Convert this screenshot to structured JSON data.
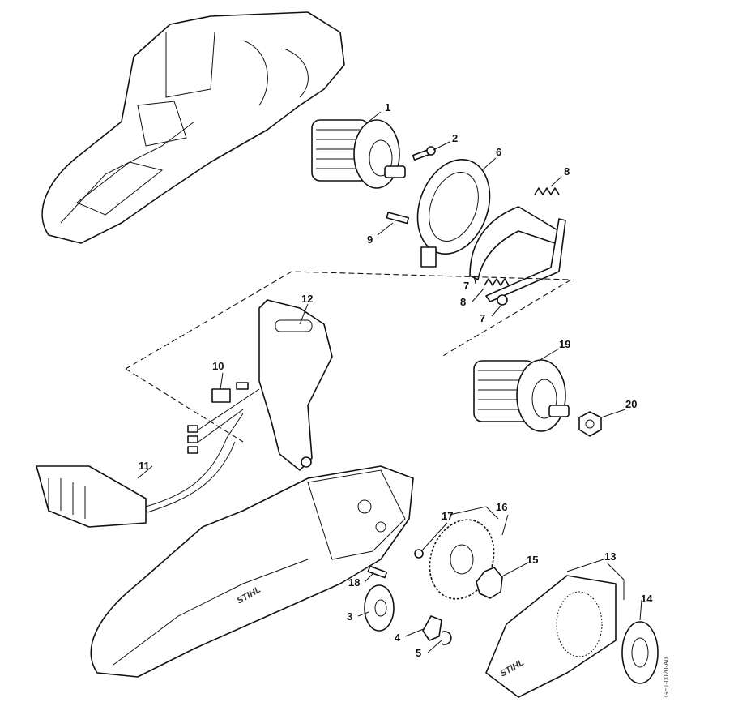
{
  "diagram": {
    "drawing_code": "GET-0020-A0",
    "brand_logo": "STIHL",
    "callouts": [
      "1",
      "2",
      "6",
      "8",
      "9",
      "7",
      "8",
      "7",
      "12",
      "10",
      "19",
      "20",
      "11",
      "17",
      "16",
      "15",
      "13",
      "18",
      "3",
      "14",
      "4",
      "5"
    ]
  }
}
